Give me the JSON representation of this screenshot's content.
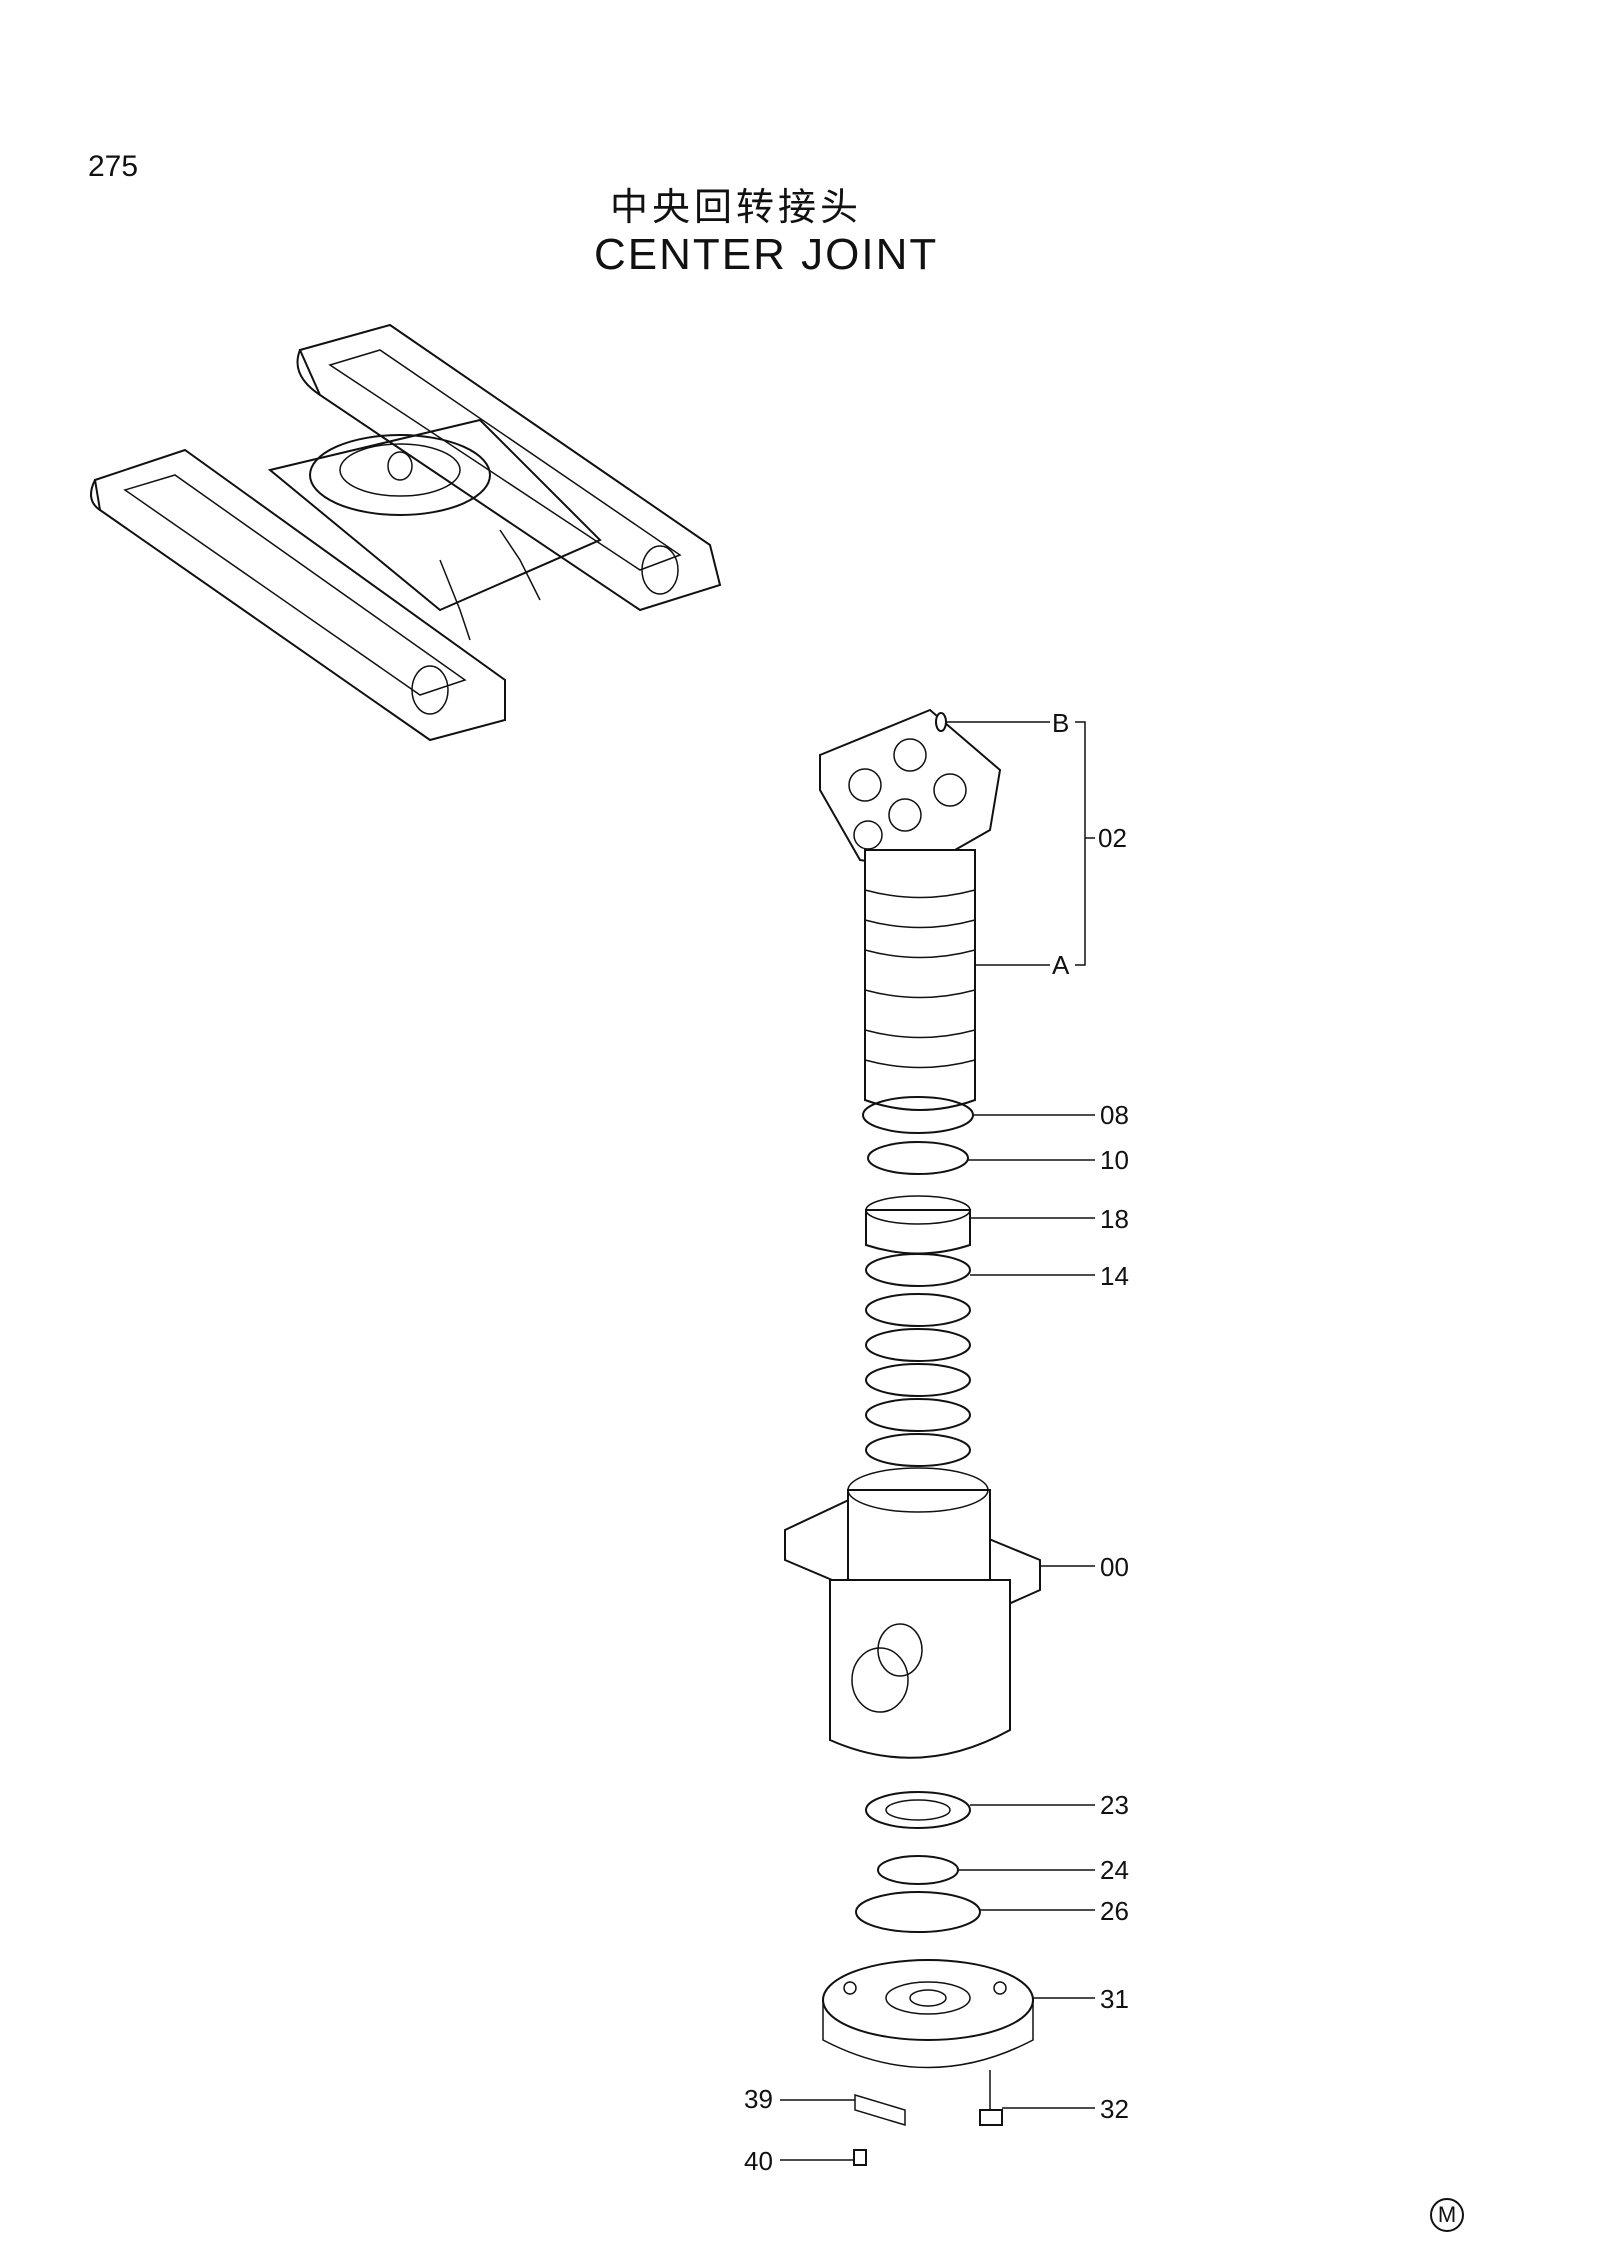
{
  "page": {
    "number": "275",
    "mark": "M"
  },
  "title": {
    "zh": "中央回转接头",
    "en": "CENTER JOINT"
  },
  "callouts": {
    "B": "B",
    "02": "02",
    "A": "A",
    "08": "08",
    "10": "10",
    "18": "18",
    "14": "14",
    "00": "00",
    "23": "23",
    "24": "24",
    "26": "26",
    "31": "31",
    "32": "32",
    "39": "39",
    "40": "40"
  }
}
